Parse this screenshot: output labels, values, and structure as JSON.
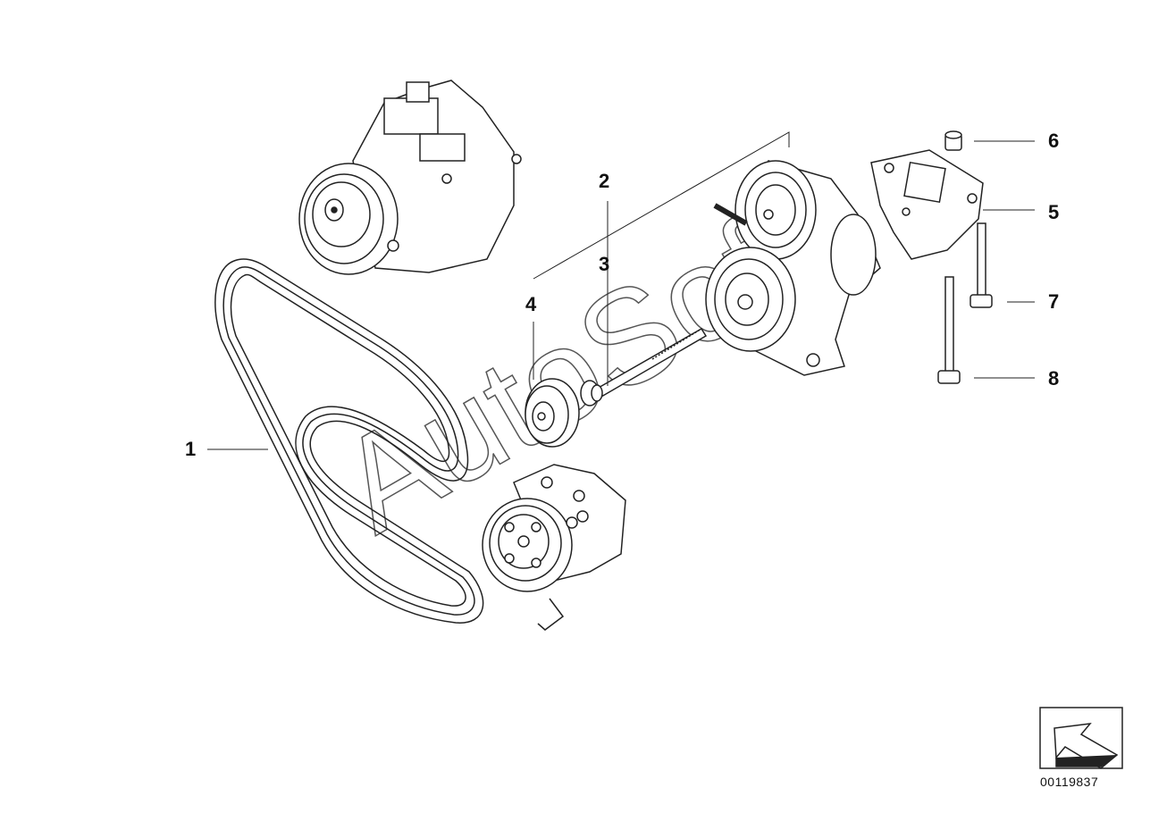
{
  "diagram": {
    "callouts": [
      {
        "id": "1",
        "label": "1"
      },
      {
        "id": "2",
        "label": "2"
      },
      {
        "id": "3",
        "label": "3"
      },
      {
        "id": "4",
        "label": "4"
      },
      {
        "id": "5",
        "label": "5"
      },
      {
        "id": "6",
        "label": "6"
      },
      {
        "id": "7",
        "label": "7"
      },
      {
        "id": "8",
        "label": "8"
      }
    ],
    "watermark": "AutoSoft",
    "part_number": "00119837",
    "navigation_icon": "back-arrow-icon",
    "colors": {
      "line": "#222222",
      "watermark": "#555555",
      "background": "#ffffff"
    }
  }
}
